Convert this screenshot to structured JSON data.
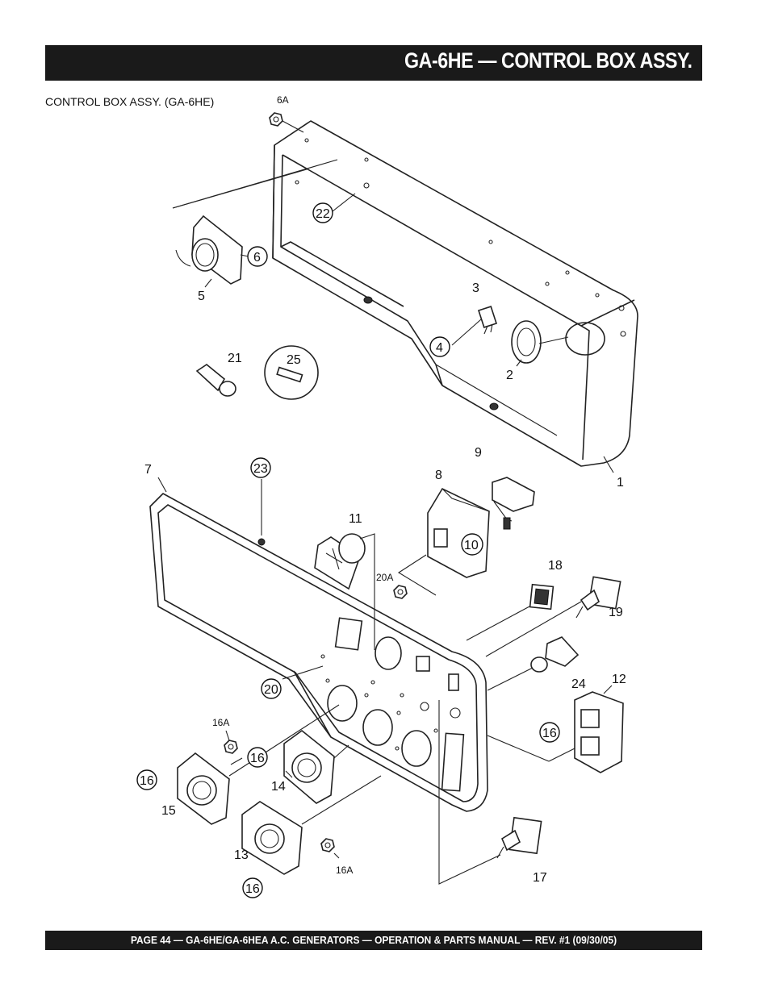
{
  "header": {
    "title": "GA-6HE — CONTROL BOX ASSY."
  },
  "caption": "CONTROL BOX ASSY. (GA-6HE)",
  "footer": {
    "text": "PAGE 44 — GA-6HE/GA-6HEA A.C. GENERATORS — OPERATION & PARTS MANUAL — REV. #1  (09/30/05)"
  },
  "callouts": {
    "c1": "1",
    "c2": "2",
    "c3": "3",
    "c4": "4",
    "c5": "5",
    "c6": "6",
    "c6a": "6A",
    "c7": "7",
    "c8": "8",
    "c9": "9",
    "c10": "10",
    "c11": "11",
    "c12": "12",
    "c13": "13",
    "c14": "14",
    "c15": "15",
    "c16a": "16",
    "c16b": "16",
    "c16c": "16",
    "c16d": "16",
    "c16A1": "16A",
    "c16A2": "16A",
    "c17": "17",
    "c18": "18",
    "c19": "19",
    "c20": "20",
    "c20a": "20A",
    "c21": "21",
    "c22": "22",
    "c23": "23",
    "c24": "24",
    "c25": "25"
  }
}
